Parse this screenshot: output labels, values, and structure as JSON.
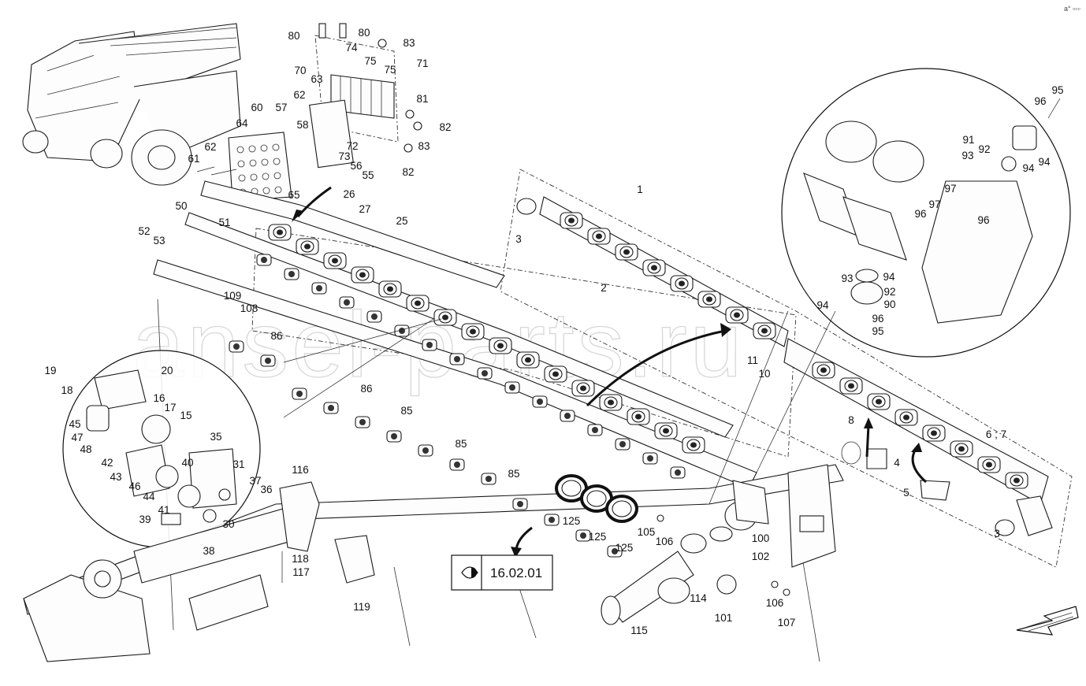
{
  "watermark": "ansel-parts.ru",
  "reference": {
    "label": "16.02.01"
  },
  "corner_mark": "a° ▫▫▫",
  "callouts": [
    [
      "1",
      812,
      245
    ],
    [
      "2",
      766,
      370
    ],
    [
      "3",
      658,
      308
    ],
    [
      "3",
      1265,
      682
    ],
    [
      "4",
      1138,
      592
    ],
    [
      "5",
      1150,
      630
    ],
    [
      "6 ; 7",
      1264,
      556
    ],
    [
      "8",
      1080,
      538
    ],
    [
      "10",
      970,
      479
    ],
    [
      "11",
      955,
      462
    ],
    [
      "15",
      236,
      532
    ],
    [
      "16",
      202,
      510
    ],
    [
      "17",
      216,
      522
    ],
    [
      "18",
      85,
      500
    ],
    [
      "19",
      64,
      475
    ],
    [
      "20",
      212,
      475
    ],
    [
      "25",
      510,
      285
    ],
    [
      "26",
      443,
      251
    ],
    [
      "27",
      463,
      270
    ],
    [
      "30",
      290,
      670
    ],
    [
      "31",
      303,
      594
    ],
    [
      "35",
      274,
      559
    ],
    [
      "36",
      338,
      626
    ],
    [
      "37",
      324,
      615
    ],
    [
      "38",
      265,
      704
    ],
    [
      "39",
      184,
      664
    ],
    [
      "40",
      238,
      592
    ],
    [
      "41",
      208,
      652
    ],
    [
      "42",
      136,
      592
    ],
    [
      "43",
      147,
      610
    ],
    [
      "44",
      189,
      635
    ],
    [
      "45",
      95,
      543
    ],
    [
      "46",
      171,
      622
    ],
    [
      "47",
      98,
      560
    ],
    [
      "48",
      109,
      575
    ],
    [
      "50",
      230,
      266
    ],
    [
      "51",
      285,
      287
    ],
    [
      "52",
      183,
      298
    ],
    [
      "53",
      202,
      310
    ],
    [
      "55",
      467,
      227
    ],
    [
      "56",
      452,
      215
    ],
    [
      "57",
      357,
      141
    ],
    [
      "58",
      384,
      163
    ],
    [
      "60",
      326,
      141
    ],
    [
      "61",
      246,
      206
    ],
    [
      "62",
      267,
      191
    ],
    [
      "62",
      380,
      125
    ],
    [
      "63",
      402,
      105
    ],
    [
      "64",
      307,
      161
    ],
    [
      "65",
      373,
      252
    ],
    [
      "70",
      381,
      94
    ],
    [
      "71",
      536,
      85
    ],
    [
      "72",
      447,
      190
    ],
    [
      "73",
      437,
      203
    ],
    [
      "74",
      446,
      65
    ],
    [
      "75",
      470,
      82
    ],
    [
      "75",
      495,
      93
    ],
    [
      "80",
      373,
      50
    ],
    [
      "80",
      462,
      46
    ],
    [
      "81",
      536,
      130
    ],
    [
      "82",
      565,
      166
    ],
    [
      "82",
      518,
      223
    ],
    [
      "83",
      519,
      59
    ],
    [
      "83",
      538,
      190
    ],
    [
      "85",
      516,
      526
    ],
    [
      "85",
      585,
      568
    ],
    [
      "85",
      652,
      606
    ],
    [
      "86",
      351,
      431
    ],
    [
      "86",
      465,
      498
    ],
    [
      "90",
      1129,
      391
    ],
    [
      "91",
      1229,
      182
    ],
    [
      "92",
      1249,
      194
    ],
    [
      "92",
      1129,
      375
    ],
    [
      "93",
      1228,
      202
    ],
    [
      "93",
      1075,
      358
    ],
    [
      "94",
      1305,
      218
    ],
    [
      "94",
      1325,
      210
    ],
    [
      "94",
      1128,
      356
    ],
    [
      "94",
      1044,
      392
    ],
    [
      "95",
      1342,
      119
    ],
    [
      "95",
      1114,
      425
    ],
    [
      "96",
      1320,
      133
    ],
    [
      "96",
      1168,
      276
    ],
    [
      "96",
      1248,
      284
    ],
    [
      "96",
      1114,
      409
    ],
    [
      "97",
      1206,
      244
    ],
    [
      "97",
      1186,
      264
    ],
    [
      "100",
      965,
      688
    ],
    [
      "101",
      918,
      789
    ],
    [
      "102",
      965,
      711
    ],
    [
      "105",
      820,
      680
    ],
    [
      "106",
      843,
      692
    ],
    [
      "106",
      983,
      770
    ],
    [
      "107",
      998,
      795
    ],
    [
      "108",
      316,
      396
    ],
    [
      "109",
      295,
      380
    ],
    [
      "114",
      886,
      764
    ],
    [
      "115",
      811,
      805
    ],
    [
      "116",
      381,
      601
    ],
    [
      "117",
      382,
      731
    ],
    [
      "118",
      381,
      714
    ],
    [
      "119",
      459,
      775
    ],
    [
      "125",
      725,
      666
    ],
    [
      "125",
      758,
      686
    ],
    [
      "125",
      792,
      700
    ]
  ]
}
